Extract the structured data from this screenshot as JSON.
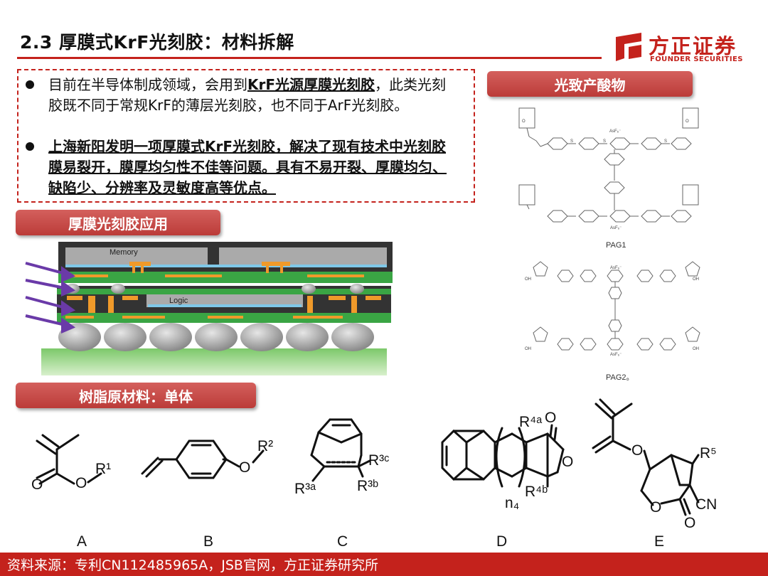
{
  "title": "2.3 厚膜式KrF光刻胶：材料拆解",
  "brand": {
    "name_cn": "方正证券",
    "name_en": "FOUNDER SECURITIES",
    "color": "#c4221c"
  },
  "bullets": {
    "b1_pre": "目前在半导体制成领域，会用到",
    "b1_kw": "KrF光源厚膜光刻胶",
    "b1_post": "，此类光刻胶既不同于常规KrF的薄层光刻胶，也不同于ArF光刻胶。",
    "b2": "上海新阳发明一项厚膜式KrF光刻胶，解决了现有技术中光刻胶膜易裂开，膜厚均匀性不佳等问题。具有不易开裂、厚膜均匀、缺陷少、分辨率及灵敏度高等优点。"
  },
  "sections": {
    "pag": "光致产酸物",
    "application": "厚膜光刻胶应用",
    "resin": "树脂原材料：单体"
  },
  "pag_labels": {
    "pag1": "PAG1",
    "pag2": "PAG2。",
    "asf6": "AsF₆⁻",
    "oh": "OH",
    "o": "O",
    "s": "S"
  },
  "package": {
    "memory": "Memory",
    "logic": "Logic"
  },
  "monomers": {
    "labels": [
      "A",
      "B",
      "C",
      "D",
      "E"
    ],
    "subs": {
      "r1": "R¹",
      "r2": "R²",
      "r3a": "R³ᵃ",
      "r3b": "R³ᵇ",
      "r3c": "R³ᶜ",
      "r4a": "R⁴ᵃ",
      "r4b": "R⁴ᵇ",
      "n4": "n₄",
      "r5": "R⁵",
      "cn": "CN",
      "o": "O"
    }
  },
  "footer": "资料来源：专利CN112485965A，JSB官网，方正证券研究所"
}
